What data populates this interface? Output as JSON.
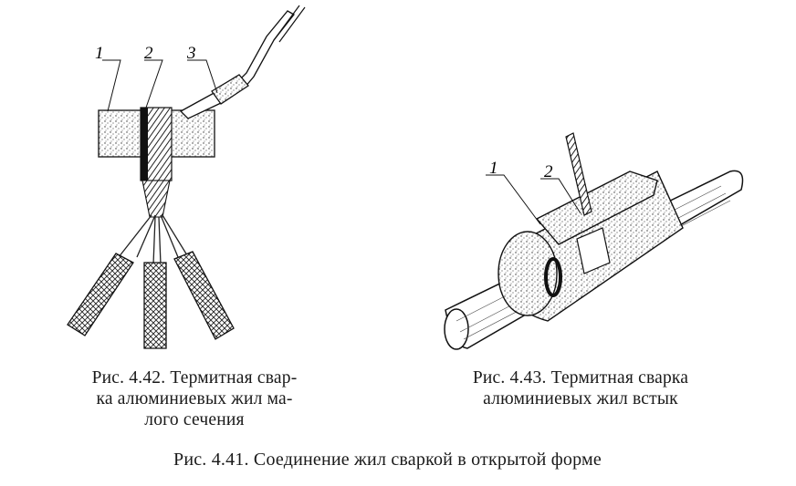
{
  "figure_42": {
    "labels": [
      "1",
      "2",
      "3"
    ],
    "caption_lines": [
      "Рис. 4.42. Термитная свар-",
      "ка алюминиевых жил ма-",
      "лого сечения"
    ]
  },
  "figure_43": {
    "labels": [
      "1",
      "2"
    ],
    "caption_lines": [
      "Рис. 4.43. Термитная сварка",
      "алюминиевых жил встык"
    ]
  },
  "figure_41": {
    "caption": "Рис. 4.41. Соединение жил сваркой в открытой форме"
  }
}
